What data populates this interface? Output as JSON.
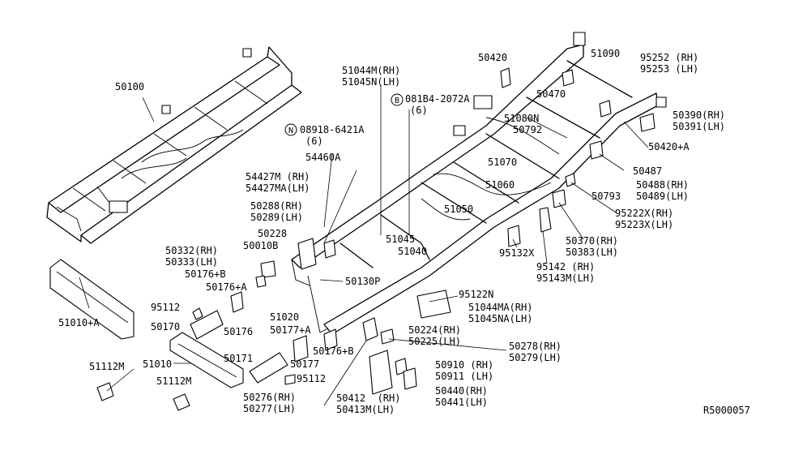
{
  "diagram": {
    "reference_code": "R5000057",
    "labels": [
      {
        "id": "50100",
        "text": "50100"
      },
      {
        "id": "51010a",
        "text": "51010+A"
      },
      {
        "id": "51112m_1",
        "text": "51112M"
      },
      {
        "id": "51112m_2",
        "text": "51112M"
      },
      {
        "id": "51010",
        "text": "51010"
      },
      {
        "id": "95112_1",
        "text": "95112"
      },
      {
        "id": "50170",
        "text": "50170"
      },
      {
        "id": "50176",
        "text": "50176"
      },
      {
        "id": "50171",
        "text": "50171"
      },
      {
        "id": "50332",
        "text": "50332(RH)"
      },
      {
        "id": "50333",
        "text": "50333(LH)"
      },
      {
        "id": "50010b",
        "text": "50010B"
      },
      {
        "id": "50176b_1",
        "text": "50176+B"
      },
      {
        "id": "50176a",
        "text": "50176+A"
      },
      {
        "id": "50228",
        "text": "50228"
      },
      {
        "id": "50288",
        "text": "50288(RH)"
      },
      {
        "id": "50289",
        "text": "50289(LH)"
      },
      {
        "id": "54427m",
        "text": "54427M (RH)"
      },
      {
        "id": "54427ma",
        "text": "54427MA(LH)"
      },
      {
        "id": "54460a",
        "text": "54460A"
      },
      {
        "id": "n_bolt",
        "text": "08918-6421A"
      },
      {
        "id": "n_bolt_qty",
        "text": "(6)"
      },
      {
        "id": "51044m",
        "text": "51044M(RH)"
      },
      {
        "id": "51045n",
        "text": "51045N(LH)"
      },
      {
        "id": "b_bolt",
        "text": "081B4-2072A"
      },
      {
        "id": "b_bolt_qty",
        "text": "(6)"
      },
      {
        "id": "50420",
        "text": "50420"
      },
      {
        "id": "51090",
        "text": "51090"
      },
      {
        "id": "50470",
        "text": "50470"
      },
      {
        "id": "95252",
        "text": "95252 (RH)"
      },
      {
        "id": "95253",
        "text": "95253 (LH)"
      },
      {
        "id": "50390",
        "text": "50390(RH)"
      },
      {
        "id": "50391",
        "text": "50391(LH)"
      },
      {
        "id": "51080n",
        "text": "51080N"
      },
      {
        "id": "50792",
        "text": "50792"
      },
      {
        "id": "50420a",
        "text": "50420+A"
      },
      {
        "id": "51070",
        "text": "51070"
      },
      {
        "id": "50487",
        "text": "50487"
      },
      {
        "id": "51060",
        "text": "51060"
      },
      {
        "id": "50488",
        "text": "50488(RH)"
      },
      {
        "id": "50489",
        "text": "50489(LH)"
      },
      {
        "id": "50793",
        "text": "50793"
      },
      {
        "id": "51050",
        "text": "51050"
      },
      {
        "id": "95222x",
        "text": "95222X(RH)"
      },
      {
        "id": "95223x",
        "text": "95223X(LH)"
      },
      {
        "id": "51045",
        "text": "51045"
      },
      {
        "id": "51040",
        "text": "51040"
      },
      {
        "id": "50370",
        "text": "50370(RH)"
      },
      {
        "id": "50383",
        "text": "50383(LH)"
      },
      {
        "id": "95132x",
        "text": "95132X"
      },
      {
        "id": "95142",
        "text": "95142 (RH)"
      },
      {
        "id": "95143m",
        "text": "95143M(LH)"
      },
      {
        "id": "50130p",
        "text": "50130P"
      },
      {
        "id": "95122n",
        "text": "95122N"
      },
      {
        "id": "51044ma",
        "text": "51044MA(RH)"
      },
      {
        "id": "51045na",
        "text": "51045NA(LH)"
      },
      {
        "id": "51020",
        "text": "51020"
      },
      {
        "id": "50177a",
        "text": "50177+A"
      },
      {
        "id": "50224",
        "text": "50224(RH)"
      },
      {
        "id": "50225",
        "text": "50225(LH)"
      },
      {
        "id": "50176b_2",
        "text": "50176+B"
      },
      {
        "id": "50278",
        "text": "50278(RH)"
      },
      {
        "id": "50279",
        "text": "50279(LH)"
      },
      {
        "id": "50177",
        "text": "50177"
      },
      {
        "id": "50910",
        "text": "50910 (RH)"
      },
      {
        "id": "50911",
        "text": "50911 (LH)"
      },
      {
        "id": "95112_2",
        "text": "95112"
      },
      {
        "id": "50440",
        "text": "50440(RH)"
      },
      {
        "id": "50441",
        "text": "50441(LH)"
      },
      {
        "id": "50276",
        "text": "50276(RH)"
      },
      {
        "id": "50277",
        "text": "50277(LH)"
      },
      {
        "id": "50412",
        "text": "50412  (RH)"
      },
      {
        "id": "50413m",
        "text": "50413M(LH)"
      }
    ],
    "badges": [
      {
        "id": "badge_n",
        "letter": "N"
      },
      {
        "id": "badge_b",
        "letter": "B"
      }
    ]
  }
}
